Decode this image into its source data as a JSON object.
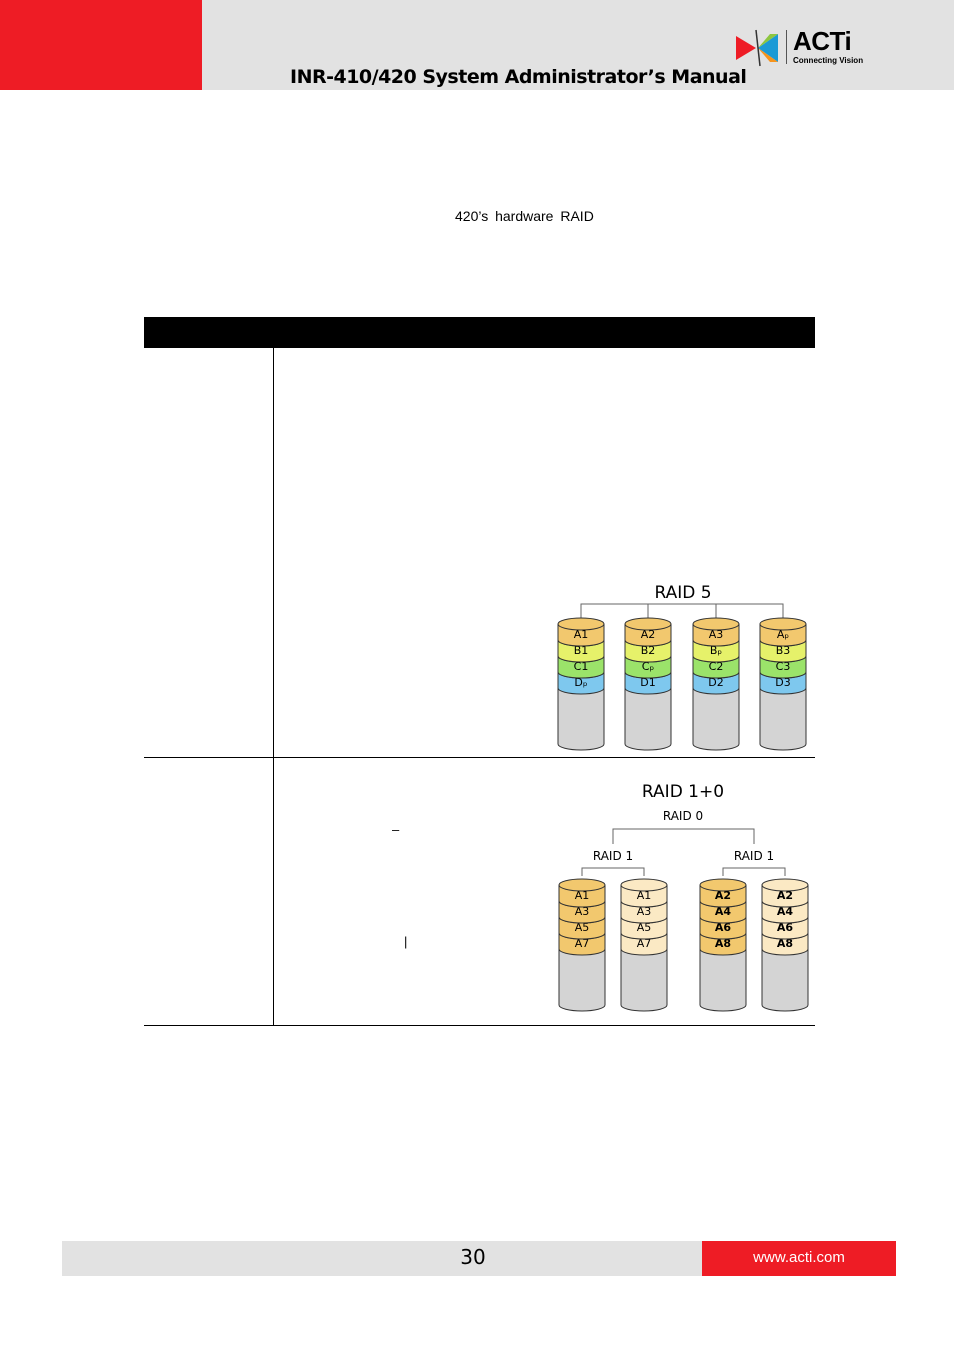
{
  "header": {
    "doc_title": "INR-410/420 System Administrator’s Manual",
    "logo_word": "ACTi",
    "logo_tagline": "Connecting Vision"
  },
  "body": {
    "intro_fragment": "420’s hardware RAID"
  },
  "raid5": {
    "title": "RAID 5",
    "disks": [
      [
        "A1",
        "B1",
        "C1",
        "Dₚ"
      ],
      [
        "A2",
        "B2",
        "Cₚ",
        "D1"
      ],
      [
        "A3",
        "Bₚ",
        "C2",
        "D2"
      ],
      [
        "Aₚ",
        "B3",
        "C3",
        "D3"
      ]
    ],
    "row_colors": [
      "#f2c86e",
      "#e6f16a",
      "#9be36a",
      "#7ec8ee"
    ]
  },
  "raid10": {
    "title": "RAID 1+0",
    "raid0_label": "RAID 0",
    "raid1_labels": [
      "RAID 1",
      "RAID 1"
    ],
    "disks": [
      [
        "A1",
        "A3",
        "A5",
        "A7"
      ],
      [
        "A1",
        "A3",
        "A5",
        "A7"
      ],
      [
        "A2",
        "A4",
        "A6",
        "A8"
      ],
      [
        "A2",
        "A4",
        "A6",
        "A8"
      ]
    ],
    "disk_colors": [
      "#f2c86e",
      "#fbe9c4",
      "#f2c86e",
      "#fbe9c4"
    ]
  },
  "stray_marks": [
    "–",
    "|"
  ],
  "footer": {
    "page_number": "30",
    "url": "www.acti.com"
  },
  "colors": {
    "brand_red": "#ee1c25",
    "header_grey": "#e2e2e2",
    "disk_grey": "#d4d4d4"
  }
}
